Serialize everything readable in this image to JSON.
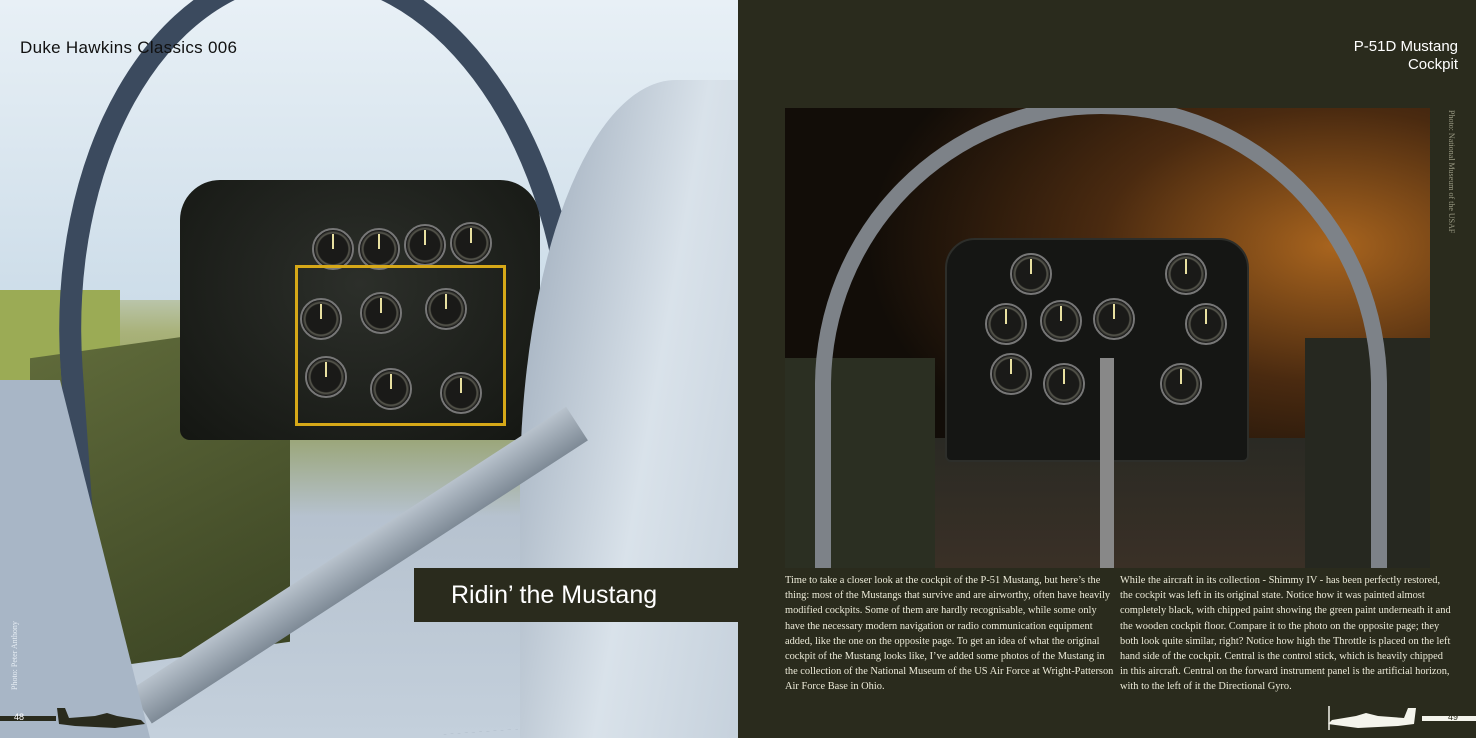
{
  "left_page": {
    "header": "Duke Hawkins Classics  006",
    "title": "Ridin’ the Mustang",
    "photo_credit": "Photo: Peter Anthony",
    "page_number": "48"
  },
  "right_page": {
    "header_line1": "P-51D Mustang",
    "header_line2": "Cockpit",
    "photo_credit": "Photo: National Museum of the USAF",
    "page_number": "49",
    "columns": [
      "Time to take a closer look at the cockpit of the P-51 Mustang, but here’s the thing: most of the Mustangs that survive and are airworthy, often have heavily modified cockpits. Some of them are hardly recognisable, while some only have the necessary modern navigation or radio communication equipment added, like the one on the opposite page. To get an idea of what the original cockpit of the Mustang looks like, I’ve added some photos of the Mustang in the collection of the National Museum of the US Air Force at Wright-Patterson Air Force Base in Ohio.",
      "While the aircraft in its collection - Shimmy  IV - has been perfectly restored, the cockpit was left in its original state. Notice how it was painted almost completely black, with chipped paint showing the green paint underneath it and the wooden cockpit floor. Compare it to the photo on the opposite page; they both look quite similar, right? Notice how high the Throttle is placed on the left hand side of the cockpit. Central is the control stick, which is heavily chipped in this aircraft. Central on the forward instrument panel is the artificial horizon, with to the left of it the Directional Gyro."
    ]
  },
  "colors": {
    "page_dark": "#2a2b1d",
    "text_light": "#ecead8",
    "accent_yellow": "#d6a818"
  }
}
